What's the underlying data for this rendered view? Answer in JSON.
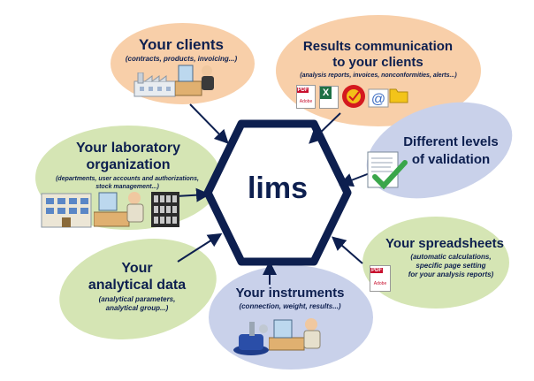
{
  "center": {
    "label": "lims"
  },
  "nodes": {
    "clients": {
      "title": "Your clients",
      "subtitle": "(contracts, products, invoicing...)"
    },
    "results": {
      "title_line1": "Results communication",
      "title_line2": "to your clients",
      "subtitle": "(analysis reports, invoices, nonconformities, alerts...)"
    },
    "validation": {
      "title_line1": "Different levels",
      "title_line2": "of validation"
    },
    "lab": {
      "title_line1": "Your laboratory",
      "title_line2": "organization",
      "subtitle_line1": "(departments, user accounts and authorizations,",
      "subtitle_line2": "stock management...)"
    },
    "spreadsheets": {
      "title": "Your spreadsheets",
      "subtitle_line1": "(automatic calculations,",
      "subtitle_line2": "specific page setting",
      "subtitle_line3": "for your analysis reports)"
    },
    "analytical": {
      "title_line1": "Your",
      "title_line2": "analytical data",
      "subtitle_line1": "(analytical parameters,",
      "subtitle_line2": "analytical group...)"
    },
    "instruments": {
      "title": "Your instruments",
      "subtitle": "(connection, weight, results...)"
    }
  },
  "icons": {
    "pdf_label": "PDF",
    "adobe_label": "Adobe",
    "excel_label": "X",
    "email_label": "@"
  },
  "colors": {
    "navy": "#0d1f4f",
    "orange_blob": "#f8cfa9",
    "green_blob": "#d5e5b4",
    "blue_blob": "#c9d1ea"
  }
}
